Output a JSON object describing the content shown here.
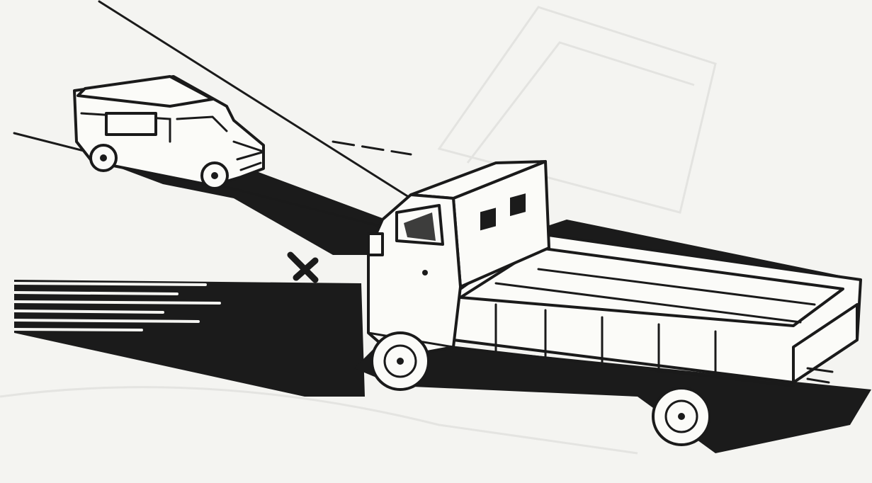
{
  "figure": {
    "objects": [
      "truck",
      "car"
    ],
    "colors": {
      "paper": "#f4f4f1",
      "ink": "#1a1a1a",
      "shadow": "#1b1b1b"
    },
    "icons": [
      "x-mark-icon",
      "sight-line"
    ]
  }
}
